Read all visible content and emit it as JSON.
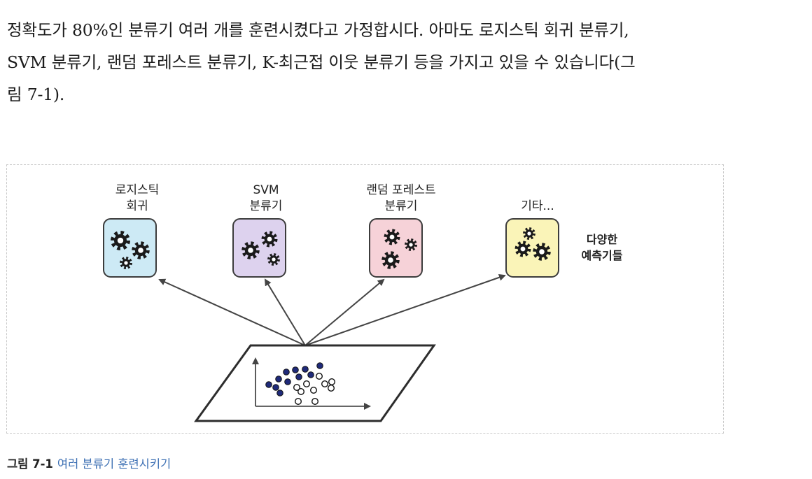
{
  "paragraph": {
    "lines": [
      "정확도가 80%인 분류기 여러 개를 훈련시켰다고 가정합시다. 아마도 로지스틱 회귀 분류기,",
      "SVM 분류기, 랜덤 포레스트 분류기, K-최근접 이웃 분류기 등을 가지고 있을 수 있습니다(그",
      "림 7-1)."
    ]
  },
  "figure": {
    "classifiers": [
      {
        "line1": "로지스틱",
        "line2": "회귀",
        "color": "#cdeaf5",
        "icon": "gears-icon"
      },
      {
        "line1": "SVM",
        "line2": "분류기",
        "color": "#ddd2ee",
        "icon": "gears-icon"
      },
      {
        "line1": "랜덤 포레스트",
        "line2": "분류기",
        "color": "#f6d2d8",
        "icon": "gears-icon"
      },
      {
        "line1": "기타...",
        "line2": "",
        "color": "#faf4b8",
        "icon": "gears-icon"
      }
    ],
    "predictors_label": {
      "line1": "다양한",
      "line2": "예측기들"
    }
  },
  "caption": {
    "number": "그림 7-1",
    "text": "여러 분류기 훈련시키기"
  },
  "colors": {
    "caption_accent": "#3c6fb3",
    "dot_fill": "#1f2a7a"
  }
}
